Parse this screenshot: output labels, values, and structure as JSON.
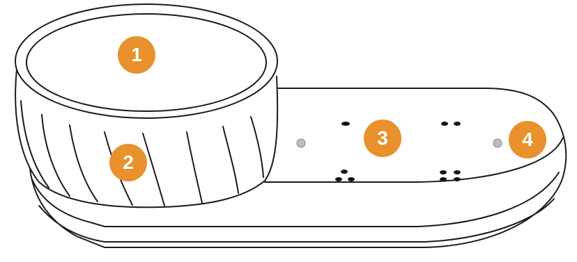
{
  "colors": {
    "accent": "#E8912D",
    "outline": "#1a1a1a",
    "led": "#bdbdbd",
    "background": "#ffffff"
  },
  "callouts": [
    {
      "id": "1",
      "label": "1"
    },
    {
      "id": "2",
      "label": "2"
    },
    {
      "id": "3",
      "label": "3"
    },
    {
      "id": "4",
      "label": "4"
    }
  ],
  "button_dot_counts": [
    1,
    2,
    3,
    4
  ]
}
